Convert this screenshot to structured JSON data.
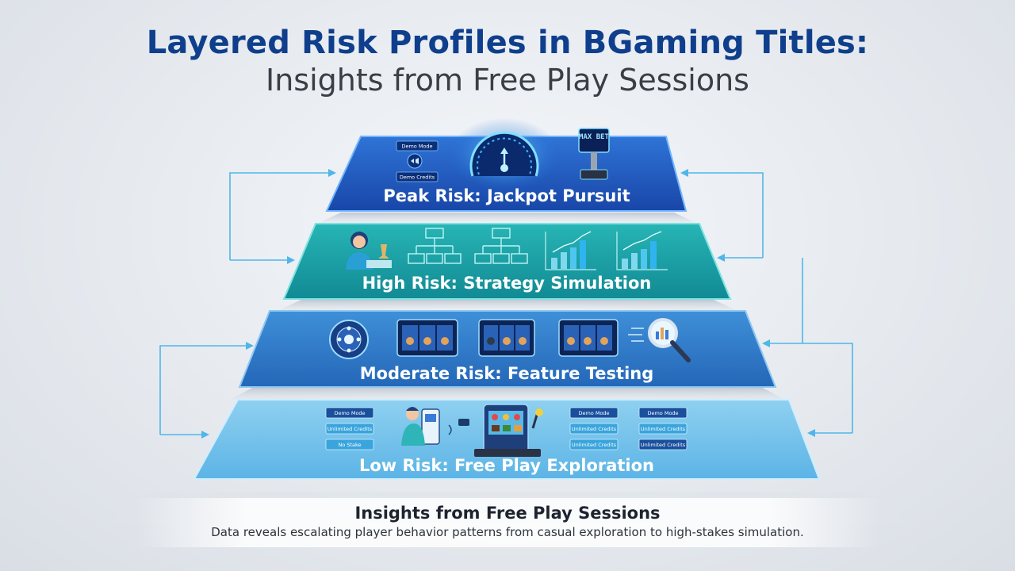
{
  "title": {
    "main": "Layered Risk Profiles in BGaming Titles:",
    "sub": "Insights from Free Play Sessions"
  },
  "layers": [
    {
      "label": "Peak Risk: Jackpot Pursuit",
      "chips": [
        "Demo Mode",
        "Demo Credits"
      ],
      "badge": "MAX BET",
      "color_top": "#2f74d6",
      "color_bottom": "#1846a8"
    },
    {
      "label": "High Risk: Strategy Simulation",
      "color_top": "#27b5b5",
      "color_bottom": "#118a94"
    },
    {
      "label": "Moderate Risk: Feature Testing",
      "color_top": "#3f8fd8",
      "color_bottom": "#2467b8"
    },
    {
      "label": "Low Risk: Free Play Exploration",
      "chips_left": [
        "Demo Mode",
        "Unlimited Credits",
        "No Stake"
      ],
      "chips_mid": [
        "Demo Mode",
        "Unlimited Credits",
        "Unlimited Credits"
      ],
      "chips_right": [
        "Demo Mode",
        "Unlimited Credits",
        "Unlimited Credits"
      ],
      "color_top": "#8fd0f0",
      "color_bottom": "#5cb4e6"
    }
  ],
  "footer": {
    "title": "Insights from Free Play Sessions",
    "text": "Data reveals escalating player behavior patterns from casual exploration to high-stakes simulation."
  },
  "icons": [
    "speedometer-icon",
    "joystick-icon",
    "person-chess-icon",
    "flowchart-icon",
    "bar-chart-icon",
    "roulette-wheel-icon",
    "slot-reels-icon",
    "magnifier-icon",
    "person-slot-machine-icon",
    "slot-machine-icon"
  ]
}
